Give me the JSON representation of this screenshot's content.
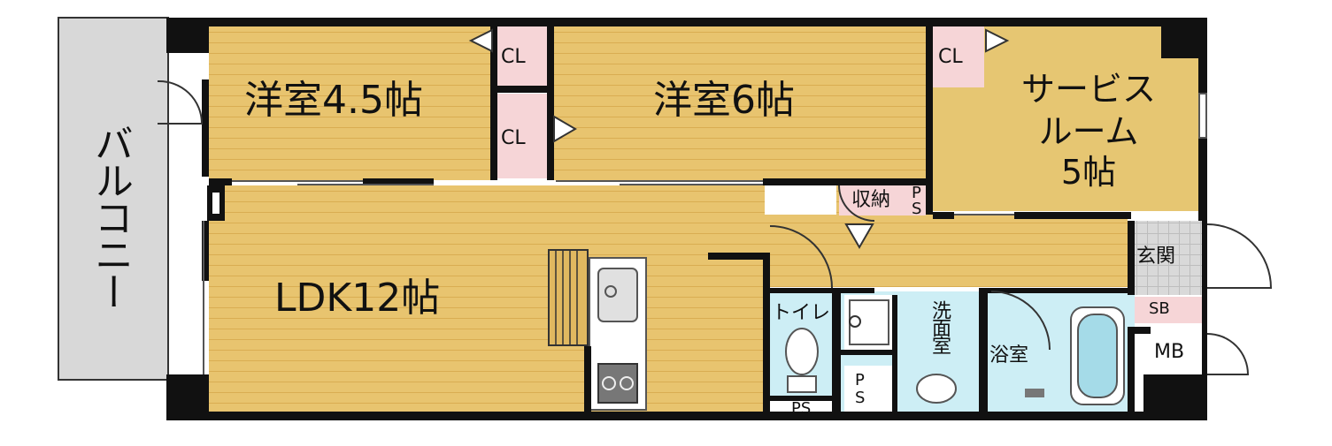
{
  "rooms": {
    "western_room_a": "洋室4.5帖",
    "western_room_b": "洋室6帖",
    "service_room_line1": "サービス",
    "service_room_line2": "ルーム",
    "service_room_line3": "5帖",
    "ldk": "LDK12帖",
    "balcony": "バルコニー",
    "entrance": "玄関",
    "toilet": "トイレ",
    "washroom": "洗面室",
    "bathroom": "浴室",
    "storage": "収納"
  },
  "fixtures": {
    "closet_label": "CL",
    "pipe_space_label": "PS",
    "pipe_space_p": "P",
    "pipe_space_s": "S",
    "shoe_box_label": "SB",
    "meter_box_label": "MB"
  },
  "colors": {
    "floor_wood": "#e8c46f",
    "floor_service": "#e6c672",
    "closet_pink": "#f6d5d7",
    "wet_area_blue": "#cdeef5",
    "balcony_gray": "#d8d8d8",
    "entrance_gray": "#d9d9d9",
    "wall": "#111111"
  }
}
